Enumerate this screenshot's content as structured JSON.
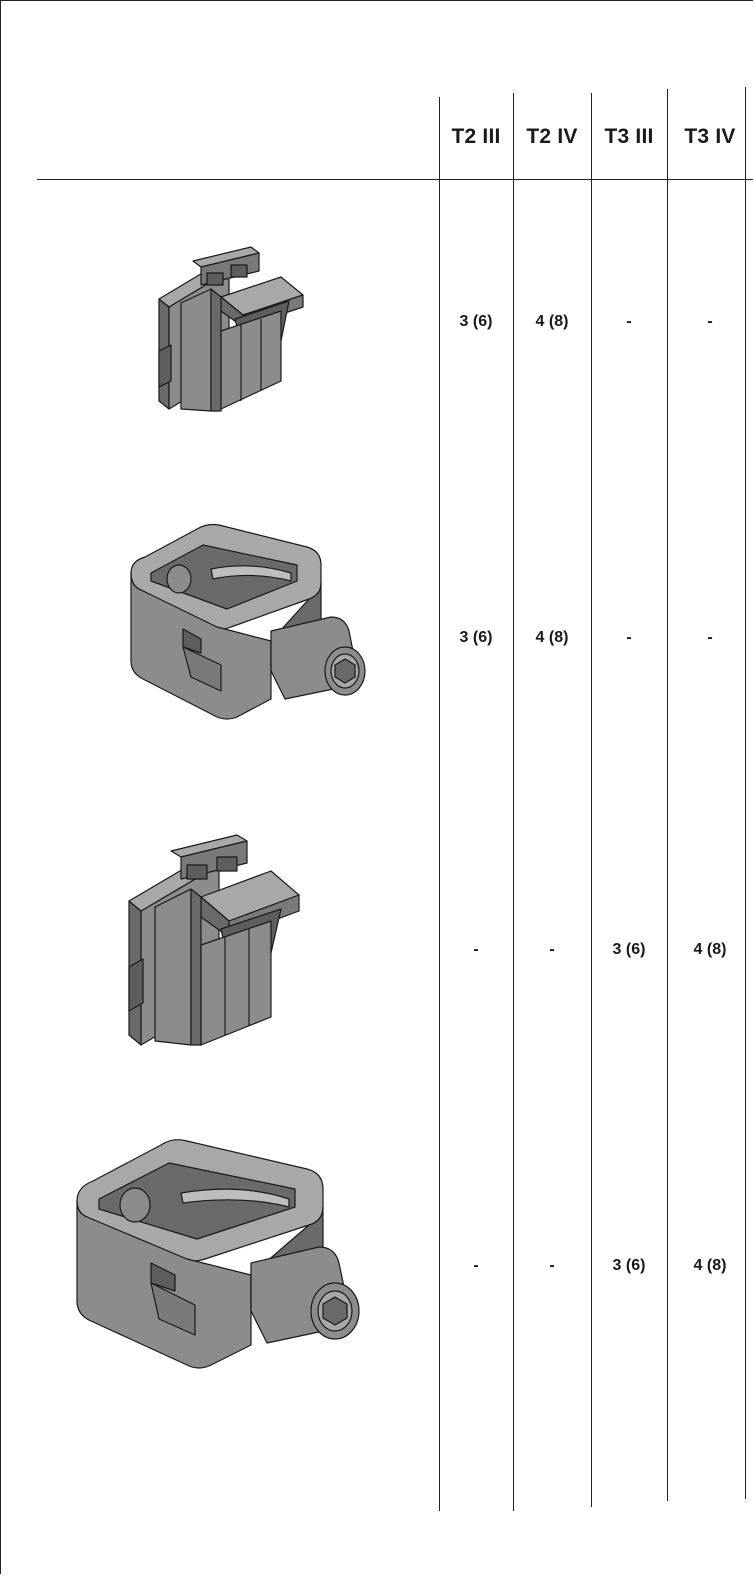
{
  "table": {
    "columns": [
      "T2 III",
      "T2 IV",
      "T3 III",
      "T3 IV"
    ],
    "rows": [
      {
        "part_icon": "terminal-cover-block-small-icon",
        "values": [
          "3 (6)",
          "4 (8)",
          "-",
          "-"
        ]
      },
      {
        "part_icon": "terminal-clamp-small-icon",
        "values": [
          "3 (6)",
          "4 (8)",
          "-",
          "-"
        ]
      },
      {
        "part_icon": "terminal-cover-block-large-icon",
        "values": [
          "-",
          "-",
          "3 (6)",
          "4 (8)"
        ]
      },
      {
        "part_icon": "terminal-clamp-large-icon",
        "values": [
          "-",
          "-",
          "3 (6)",
          "4 (8)"
        ]
      }
    ]
  },
  "colors": {
    "part_fill": "#8c8c8c",
    "part_shadow": "#5e5e5e",
    "part_highlight": "#a8a8a8",
    "line": "#222222"
  }
}
